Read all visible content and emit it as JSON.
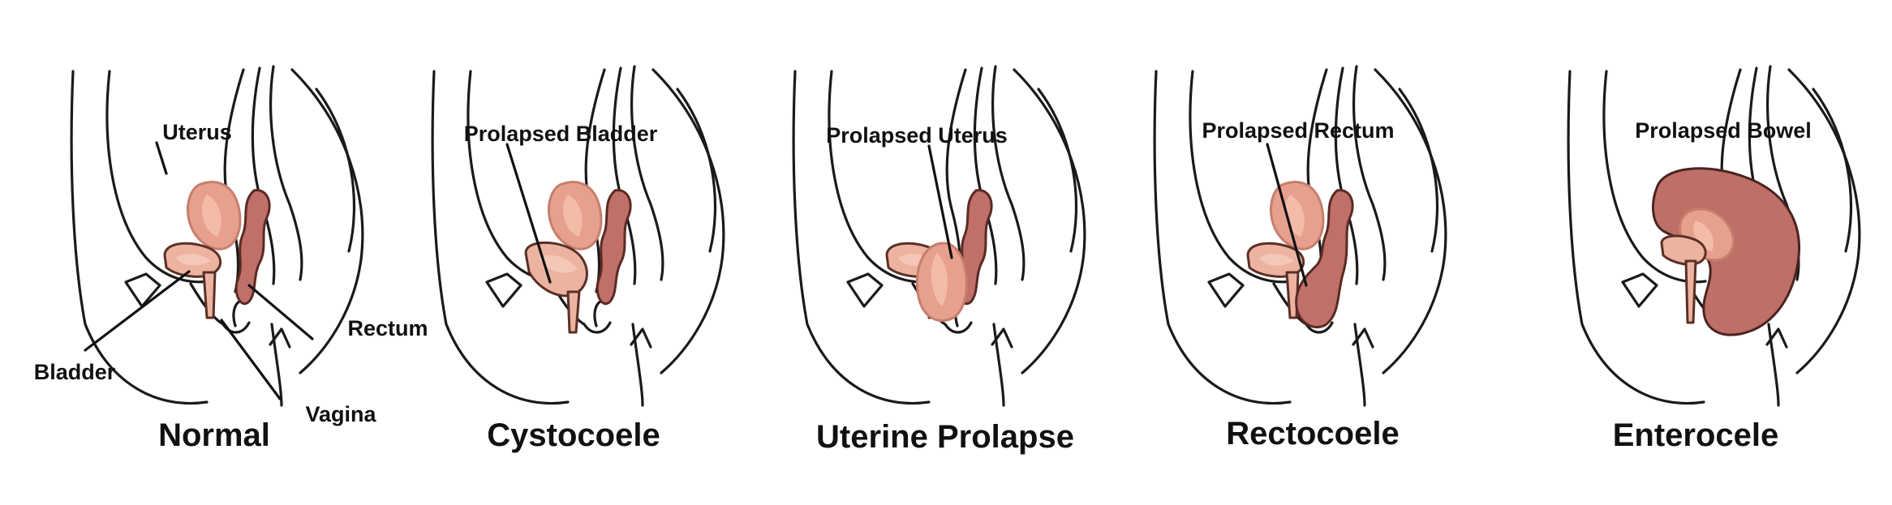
{
  "panels": [
    {
      "id": "normal",
      "title": "Normal",
      "labels": [
        "Uterus",
        "Bladder",
        "Rectum",
        "Vagina"
      ]
    },
    {
      "id": "cystocoele",
      "title": "Cystocoele",
      "labels": [
        "Prolapsed Bladder"
      ]
    },
    {
      "id": "uterine-prolapse",
      "title": "Uterine Prolapse",
      "labels": [
        "Prolapsed Uterus"
      ]
    },
    {
      "id": "rectocoele",
      "title": "Rectocoele",
      "labels": [
        "Prolapsed Rectum"
      ]
    },
    {
      "id": "enterocele",
      "title": "Enterocele",
      "labels": [
        "Prolapsed Bowel"
      ]
    }
  ],
  "colors": {
    "uterus_fill": "#E8A08E",
    "uterus_stroke": "#C77E6C",
    "uterus_highlight": "#F2BCA9",
    "bladder_fill": "#EDB3A1",
    "bladder_stroke": "#5A3026",
    "rectum_fill": "#C07068",
    "rectum_stroke": "#5A2A24",
    "bowel_fill": "#BE6F67",
    "outline": "#1A1A1A"
  }
}
